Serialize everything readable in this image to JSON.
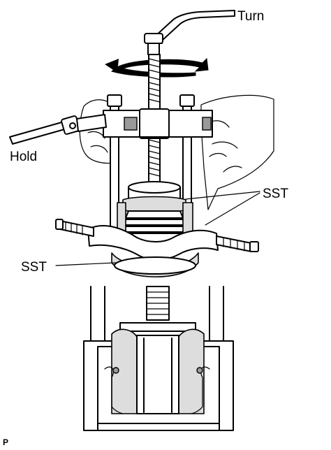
{
  "labels": {
    "turn": "Turn",
    "hold": "Hold",
    "sst_upper": "SST",
    "sst_lower": "SST",
    "corner_code": "P"
  },
  "icons": {
    "rotation_arrow": "rotation-arrow-icon",
    "wrench": "wrench-icon"
  }
}
